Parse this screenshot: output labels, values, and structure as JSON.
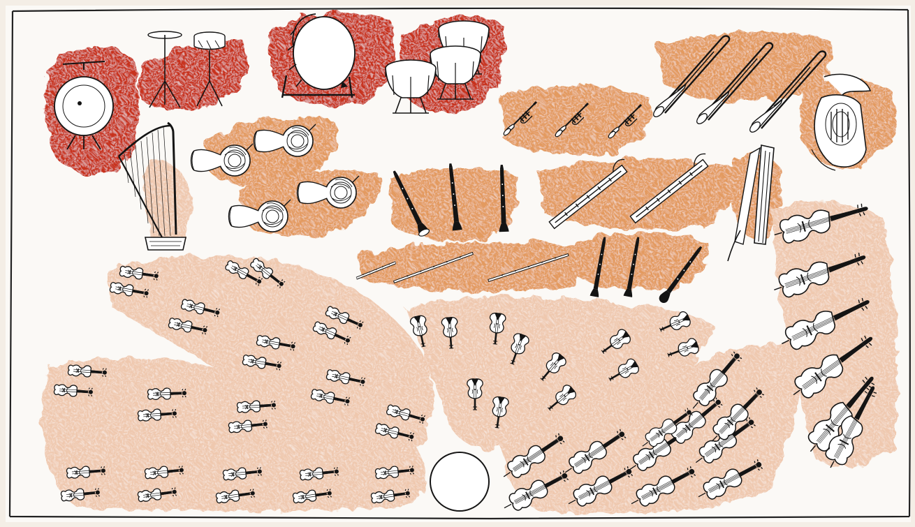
{
  "colors": {
    "paper": "#fbf9f6",
    "background": "#f4eee6",
    "frame": "#222222",
    "percussion_wash": "#c8321f",
    "brass_wind_wash": "#e39a5e",
    "strings_wash": "#efc8ae",
    "ink": "#141414",
    "body_fill": "#ffffff"
  },
  "sections": [
    {
      "name": "percussion",
      "icons": [
        "gong-icon",
        "cymbal-stand-icon",
        "snare-drum-icon",
        "bass-drum-icon",
        "timpani-icon"
      ]
    },
    {
      "name": "harp",
      "icons": [
        "harp-icon"
      ]
    },
    {
      "name": "french-horns",
      "count": 4,
      "icon": "french-horn-icon"
    },
    {
      "name": "trumpets",
      "count": 3,
      "icon": "trumpet-icon"
    },
    {
      "name": "trombones",
      "count": 3,
      "icon": "trombone-icon"
    },
    {
      "name": "tuba",
      "count": 1,
      "icon": "tuba-icon"
    },
    {
      "name": "clarinets",
      "count": 3,
      "icon": "clarinet-icon"
    },
    {
      "name": "bassoons",
      "count": 2,
      "icon": "bassoon-icon"
    },
    {
      "name": "contrabassoon",
      "count": 1,
      "icon": "contrabassoon-icon"
    },
    {
      "name": "flutes",
      "count": 3,
      "icon": "flute-icon"
    },
    {
      "name": "oboes",
      "count": 2,
      "icon": "oboe-icon"
    },
    {
      "name": "cor-anglais",
      "count": 1,
      "icon": "cor-anglais-icon"
    },
    {
      "name": "first-violins",
      "count": 16,
      "icon": "violin-icon"
    },
    {
      "name": "second-violins",
      "count": 14,
      "icon": "violin-icon"
    },
    {
      "name": "violas",
      "count": 12,
      "icon": "viola-icon"
    },
    {
      "name": "cellos",
      "count": 12,
      "icon": "cello-icon"
    },
    {
      "name": "double-basses",
      "count": 6,
      "icon": "double-bass-icon"
    },
    {
      "name": "conductor-podium",
      "count": 1,
      "icon": "podium-icon"
    }
  ]
}
